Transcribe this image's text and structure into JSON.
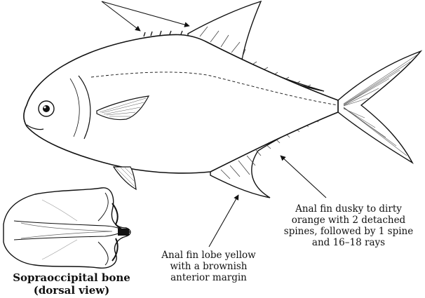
{
  "annotations": {
    "anal_fin_color": {
      "lines": [
        "Anal fin dusky to dirty",
        "orange with 2 detached",
        "spines, followed by 1 spine",
        "and 16–18 rays"
      ]
    },
    "anal_fin_lobe": {
      "lines": [
        "Anal fin lobe yellow",
        "with a brownish",
        "anterior margin"
      ]
    },
    "bone_caption": {
      "lines": [
        "Sopraoccipital bone",
        "(dorsal view)"
      ]
    }
  }
}
